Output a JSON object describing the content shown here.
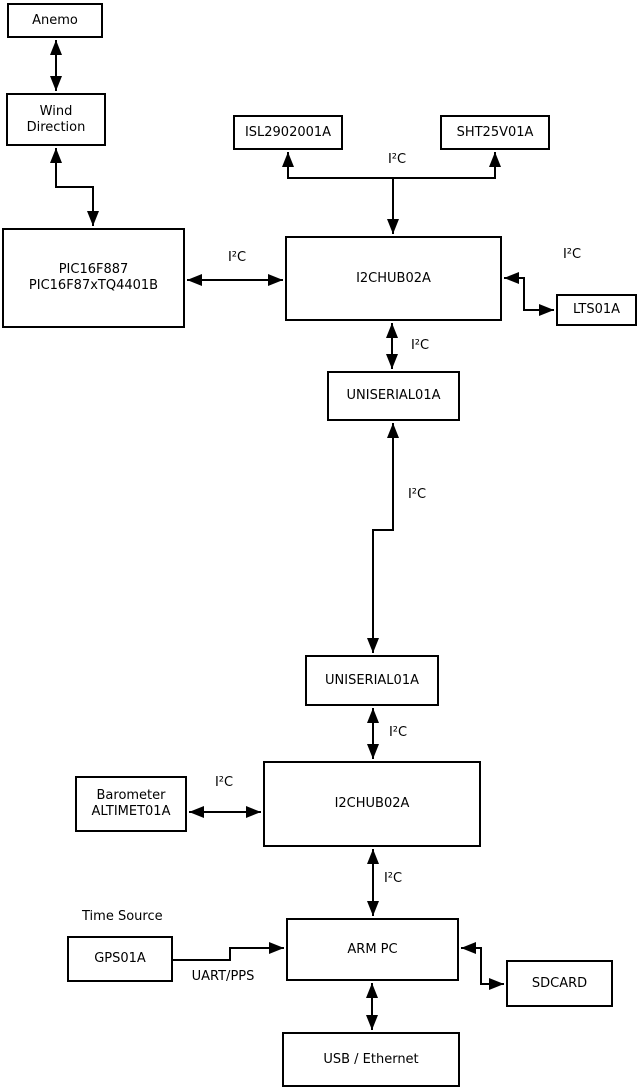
{
  "diagram": {
    "title_hint": "Weather station hardware block diagram",
    "colors": {
      "line": "#000000",
      "background": "#ffffff",
      "box_fill": "#ffffff",
      "text": "#000000"
    },
    "boxes": [
      {
        "id": "anemo",
        "label": "Anemo"
      },
      {
        "id": "wind-direction",
        "label": "Wind\nDirection"
      },
      {
        "id": "pic",
        "label": "PIC16F887\nPIC16F87xTQ4401B"
      },
      {
        "id": "isl",
        "label": "ISL2902001A"
      },
      {
        "id": "sht",
        "label": "SHT25V01A"
      },
      {
        "id": "i2chub-top",
        "label": "I2CHUB02A"
      },
      {
        "id": "lts",
        "label": "LTS01A"
      },
      {
        "id": "uniserial-top",
        "label": "UNISERIAL01A"
      },
      {
        "id": "uniserial-bottom",
        "label": "UNISERIAL01A"
      },
      {
        "id": "i2chub-bottom",
        "label": "I2CHUB02A"
      },
      {
        "id": "barometer",
        "label": "Barometer\nALTIMET01A"
      },
      {
        "id": "gps",
        "label": "GPS01A"
      },
      {
        "id": "arm-pc",
        "label": "ARM PC"
      },
      {
        "id": "sdcard",
        "label": "SDCARD"
      },
      {
        "id": "usb-ethernet",
        "label": "USB / Ethernet"
      }
    ],
    "edge_labels": [
      {
        "id": "i2c-hub-sensors",
        "text": "I²C"
      },
      {
        "id": "i2c-pic-hub",
        "text": "I²C"
      },
      {
        "id": "i2c-hub-lts",
        "text": "I²C"
      },
      {
        "id": "i2c-hub-uniserial",
        "text": "I²C"
      },
      {
        "id": "i2c-uniserial-link",
        "text": "I²C"
      },
      {
        "id": "i2c-uniserial-hub2",
        "text": "I²C"
      },
      {
        "id": "i2c-barometer-hub2",
        "text": "I²C"
      },
      {
        "id": "i2c-hub2-armpc",
        "text": "I²C"
      },
      {
        "id": "time-source",
        "text": "Time Source"
      },
      {
        "id": "uart-pps",
        "text": "UART/PPS"
      }
    ]
  }
}
